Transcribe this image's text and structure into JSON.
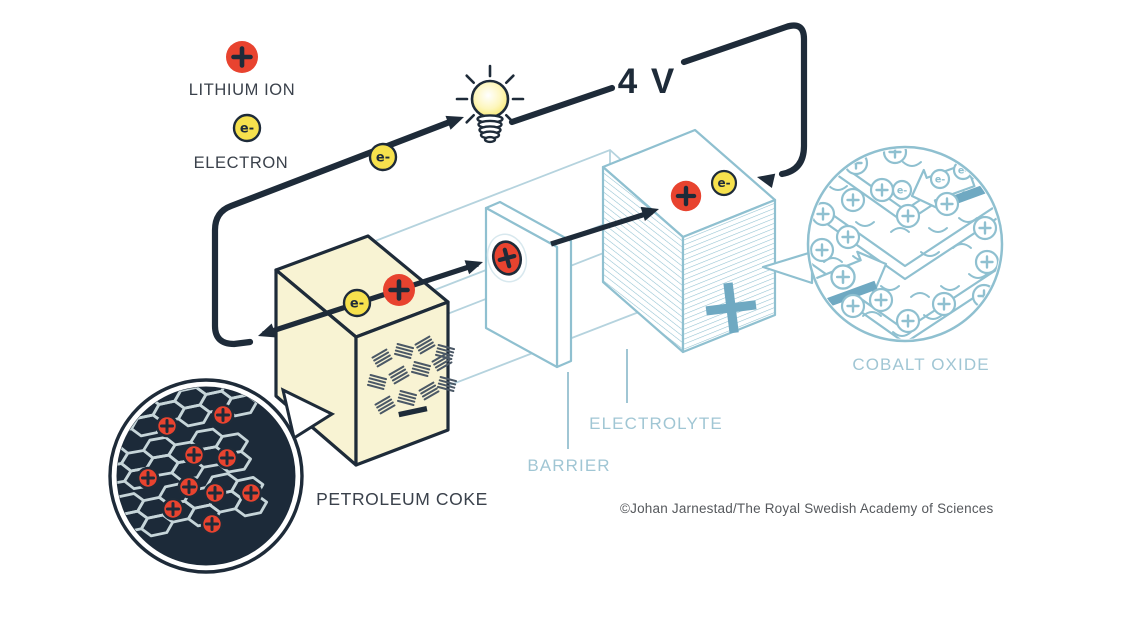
{
  "legend": {
    "lithium_ion": "LITHIUM ION",
    "electron": "ELECTRON"
  },
  "circuit": {
    "voltage": "4 V"
  },
  "symbols": {
    "electron": "e-"
  },
  "electrodes": {
    "negative": {
      "label": "PETROLEUM COKE",
      "polarity": "−"
    },
    "positive": {
      "label": "COBALT OXIDE",
      "polarity": "+"
    },
    "barrier": {
      "label": "BARRIER"
    },
    "electrolyte": {
      "label": "ELECTROLYTE"
    }
  },
  "credit": "©Johan Jarnestad/The Royal Swedish Academy of Sciences",
  "colors": {
    "navy": "#1E2B39",
    "red": "#E8432F",
    "yellow": "#F6E14D",
    "cream": "#F8F3D3",
    "blue_line": "#8FC0D0",
    "blue_soft": "#B5D3DE",
    "blue_text": "#A0C6D4",
    "blue_accent": "#6FA9C2",
    "bubble_fill": "#1C2A39",
    "hex_line": "#C6D5D9",
    "hatch": "#4B5866",
    "text_dark": "#3A414B",
    "text_gray": "#55585C",
    "halo": "#D8E8EE"
  }
}
